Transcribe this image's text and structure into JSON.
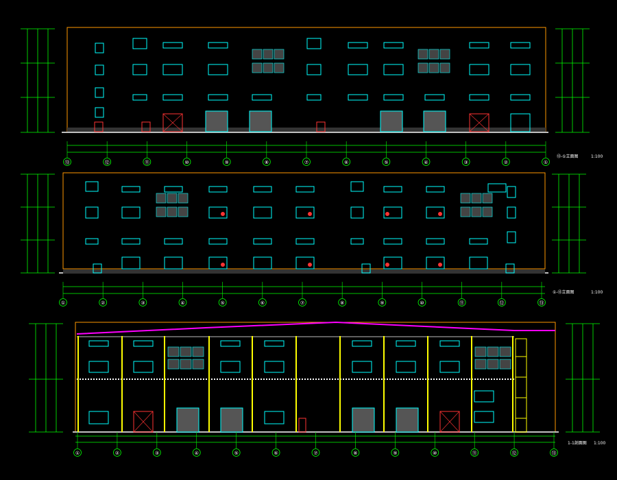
{
  "colors": {
    "background": "#000000",
    "outline": "#ff9900",
    "window": "#00ffff",
    "dimension": "#00ff00",
    "axis_bubble": "#00ff00",
    "label": "#ffffff",
    "roof": "#ff00ff",
    "column": "#ffff00",
    "door": "#ff3333",
    "ground": "#c0c0c0"
  },
  "elevations": [
    {
      "name": "north-elevation",
      "title": "⑬-①立面图",
      "scale": "1:100",
      "axes": [
        "⑬",
        "⑫",
        "⑪",
        "⑩",
        "⑨",
        "⑧",
        "⑦",
        "⑥",
        "⑤",
        "④",
        "③",
        "②",
        "①"
      ]
    },
    {
      "name": "south-elevation",
      "title": "①-⑬立面图",
      "scale": "1:100",
      "axes": [
        "①",
        "②",
        "③",
        "④",
        "⑤",
        "⑥",
        "⑦",
        "⑧",
        "⑨",
        "⑩",
        "⑪",
        "⑫",
        "⑬"
      ]
    },
    {
      "name": "section-1-1",
      "title": "1-1剖面图",
      "scale": "1:100",
      "axes": [
        "①",
        "②",
        "③",
        "④",
        "⑤",
        "⑥",
        "⑦",
        "⑧",
        "⑨",
        "⑩",
        "⑪",
        "⑫",
        "⑬"
      ]
    }
  ]
}
